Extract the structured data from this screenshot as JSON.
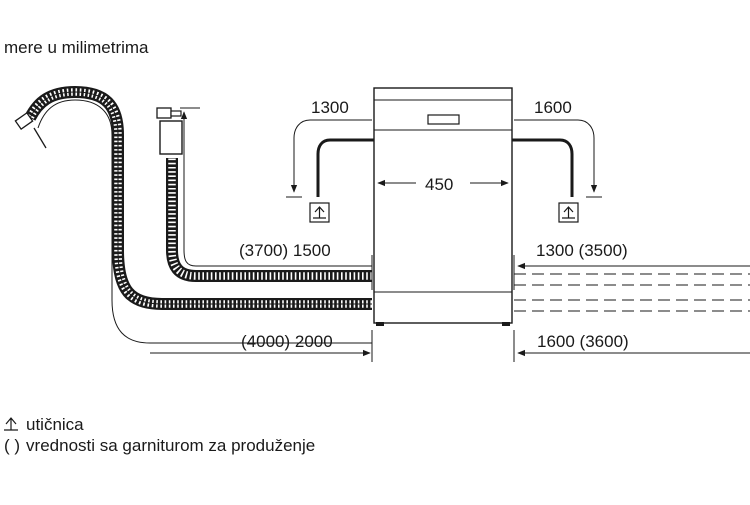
{
  "title": "mere u milimetrima",
  "dimensions": {
    "top_left": "1300",
    "top_right": "1600",
    "width": "450",
    "inlet_left": "(3700) 1500",
    "inlet_right": "1300 (3500)",
    "drain_left": "(4000) 2000",
    "drain_right": "1600 (3600)"
  },
  "legend": {
    "socket_icon": "socket-icon",
    "socket_label": "utičnica",
    "parens_symbol": "( )",
    "parens_label": "vrednosti sa garniturom za produženje"
  }
}
